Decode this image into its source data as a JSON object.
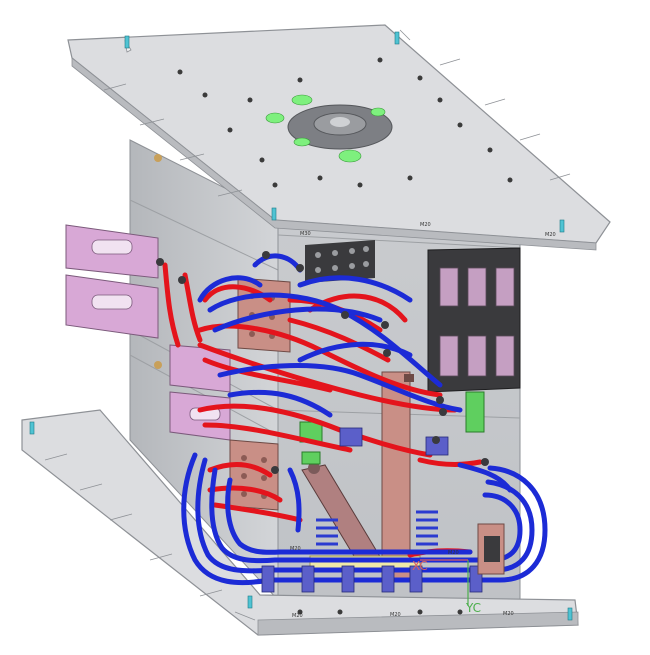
{
  "model": {
    "thread_labels": {
      "m20": "M20",
      "m30": "M30"
    },
    "axis_labels": {
      "xc": "XC",
      "yc": "YC"
    }
  },
  "colors": {
    "plate": "#d9dadc",
    "plate_edge": "#8e9196",
    "body": "#c4c6ca",
    "hose_red": "#e4141c",
    "hose_blue": "#1c2bd6",
    "manifold": "#c98f86",
    "pink_block": "#d8a8d6",
    "cavity_green": "#7ef07e",
    "connector_dark": "#3a3a3d",
    "cyan_clip": "#4fc3d3",
    "axis_x": "#d86060",
    "axis_y": "#4cae4c"
  }
}
